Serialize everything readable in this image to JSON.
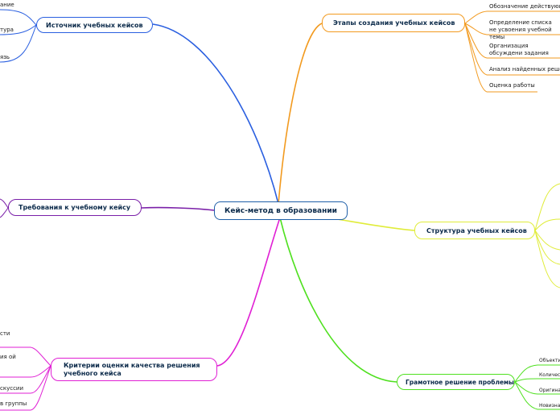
{
  "center": {
    "label": "Кейс-метод в образовании",
    "color": "#1f5fa8"
  },
  "branches": {
    "source": {
      "label": "Источник учебных кейсов",
      "color": "#2a5fe0",
      "leaves": [
        "ание",
        "тура",
        "язь"
      ]
    },
    "stages": {
      "label": "Этапы создания учебных кейсов",
      "color": "#f29a1f",
      "leaves": [
        "Обозначение действующ",
        "Определение списка не усвоения учебной темы",
        "Организация обсуждени задания",
        "Анализ найденных реше",
        "Оценка работы"
      ]
    },
    "requirements": {
      "label": "Требования к учебному кейсу",
      "color": "#7a1fa8",
      "leaves": []
    },
    "structure": {
      "label": "Структура учебных кейсов",
      "color": "#e0ec3a",
      "leaves": []
    },
    "criteria": {
      "label": "Критерии оценки качества решения учебного кейса",
      "color": "#e01fd4",
      "leaves": [
        "сти",
        "ия ой",
        "скуссии",
        "в группы"
      ]
    },
    "solution": {
      "label": "Грамотное решение проблемы",
      "color": "#4fe01f",
      "leaves": [
        "Объекти",
        "Количес",
        "Оригина",
        "Новизна"
      ]
    }
  }
}
